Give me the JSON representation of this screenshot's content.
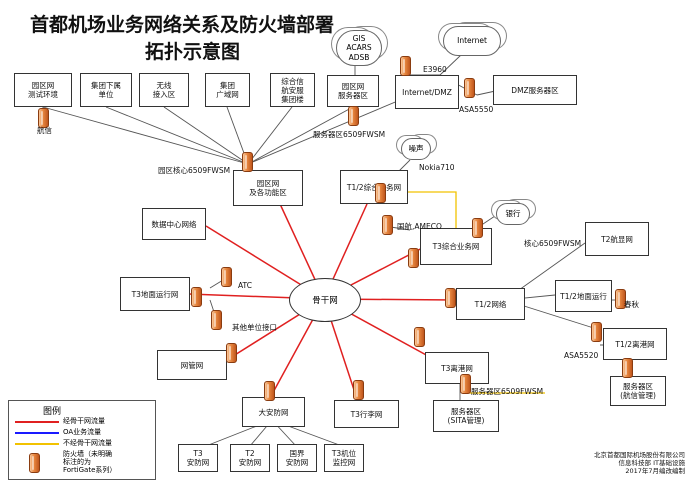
{
  "title_line1": "首都机场业务网络关系及防火墙部署",
  "title_line2": "拓扑示意图",
  "colors": {
    "core": "#e02020",
    "oa": "#1a1aff",
    "other": "#f2c200",
    "gray": "#555555"
  },
  "nodes": {
    "campus_test": "园区网\n测试环境",
    "group_sub": "集团下属\n单位",
    "wireless": "无线\n接入区",
    "group_wan": "集团\n广域网",
    "integrated": "综合信\n航安服\n集团楼",
    "campus_server": "园区网\n服务器区",
    "internet_dmz": "Internet/DMZ",
    "dmz_server": "DMZ服务器区",
    "campus_func": "园区网\n及各功能区",
    "t12_integrated": "T1/2综合业务网",
    "datacenter": "数据中心网络",
    "t3_integrated": "T3综合业务网",
    "t2_apron": "T2航显网",
    "t3_ground": "T3地面运行网",
    "t12_ground": "T1/2地面运行",
    "t12_net": "T1/2网络",
    "t12_departure": "T1/2离港网",
    "fw_mgmt": "网管网",
    "t3_departure": "T3离港网",
    "server_ops": "服务器区\n(航信管理)",
    "security": "大安防网",
    "t3_travel": "T3行李网",
    "server_sita": "服务器区\n(SITA管理)",
    "t3_security": "T3\n安防网",
    "t2_security": "T2\n安防网",
    "border_security": "国界\n安防网",
    "t3_monitor": "T3机位\n监控网",
    "core": "骨干网"
  },
  "clouds": {
    "gis": "GIS\nACARS\nADSB",
    "internet": "Internet",
    "nokia": "噪声",
    "bank": "银行"
  },
  "labels": {
    "hangxin": "航信",
    "server_6509": "服务器区6509FWSM",
    "campus_core": "园区核心6509FWSM",
    "e3960": "E3960",
    "asa5550": "ASA5550",
    "nokia710": "Nokia710",
    "ameco": "国航,AMECO",
    "core6509": "核心6509FWSM",
    "atc": "ATC",
    "other_unit": "其他单位接口",
    "chunqiu": "春秋",
    "asa5520": "ASA5520",
    "server_6509_b": "服务器区6509FWSM"
  },
  "legend": {
    "title": "图例",
    "core_flow": "经骨干网流量",
    "oa_flow": "OA业务流量",
    "other_flow": "不经骨干网流量",
    "firewall": "防火墙（未明确\n标注的为\nFortiGate系列）"
  },
  "footer": "北京首都国际机场股份有限公司\n信息科技部 IT基础设施\n2017年7月编改编制"
}
